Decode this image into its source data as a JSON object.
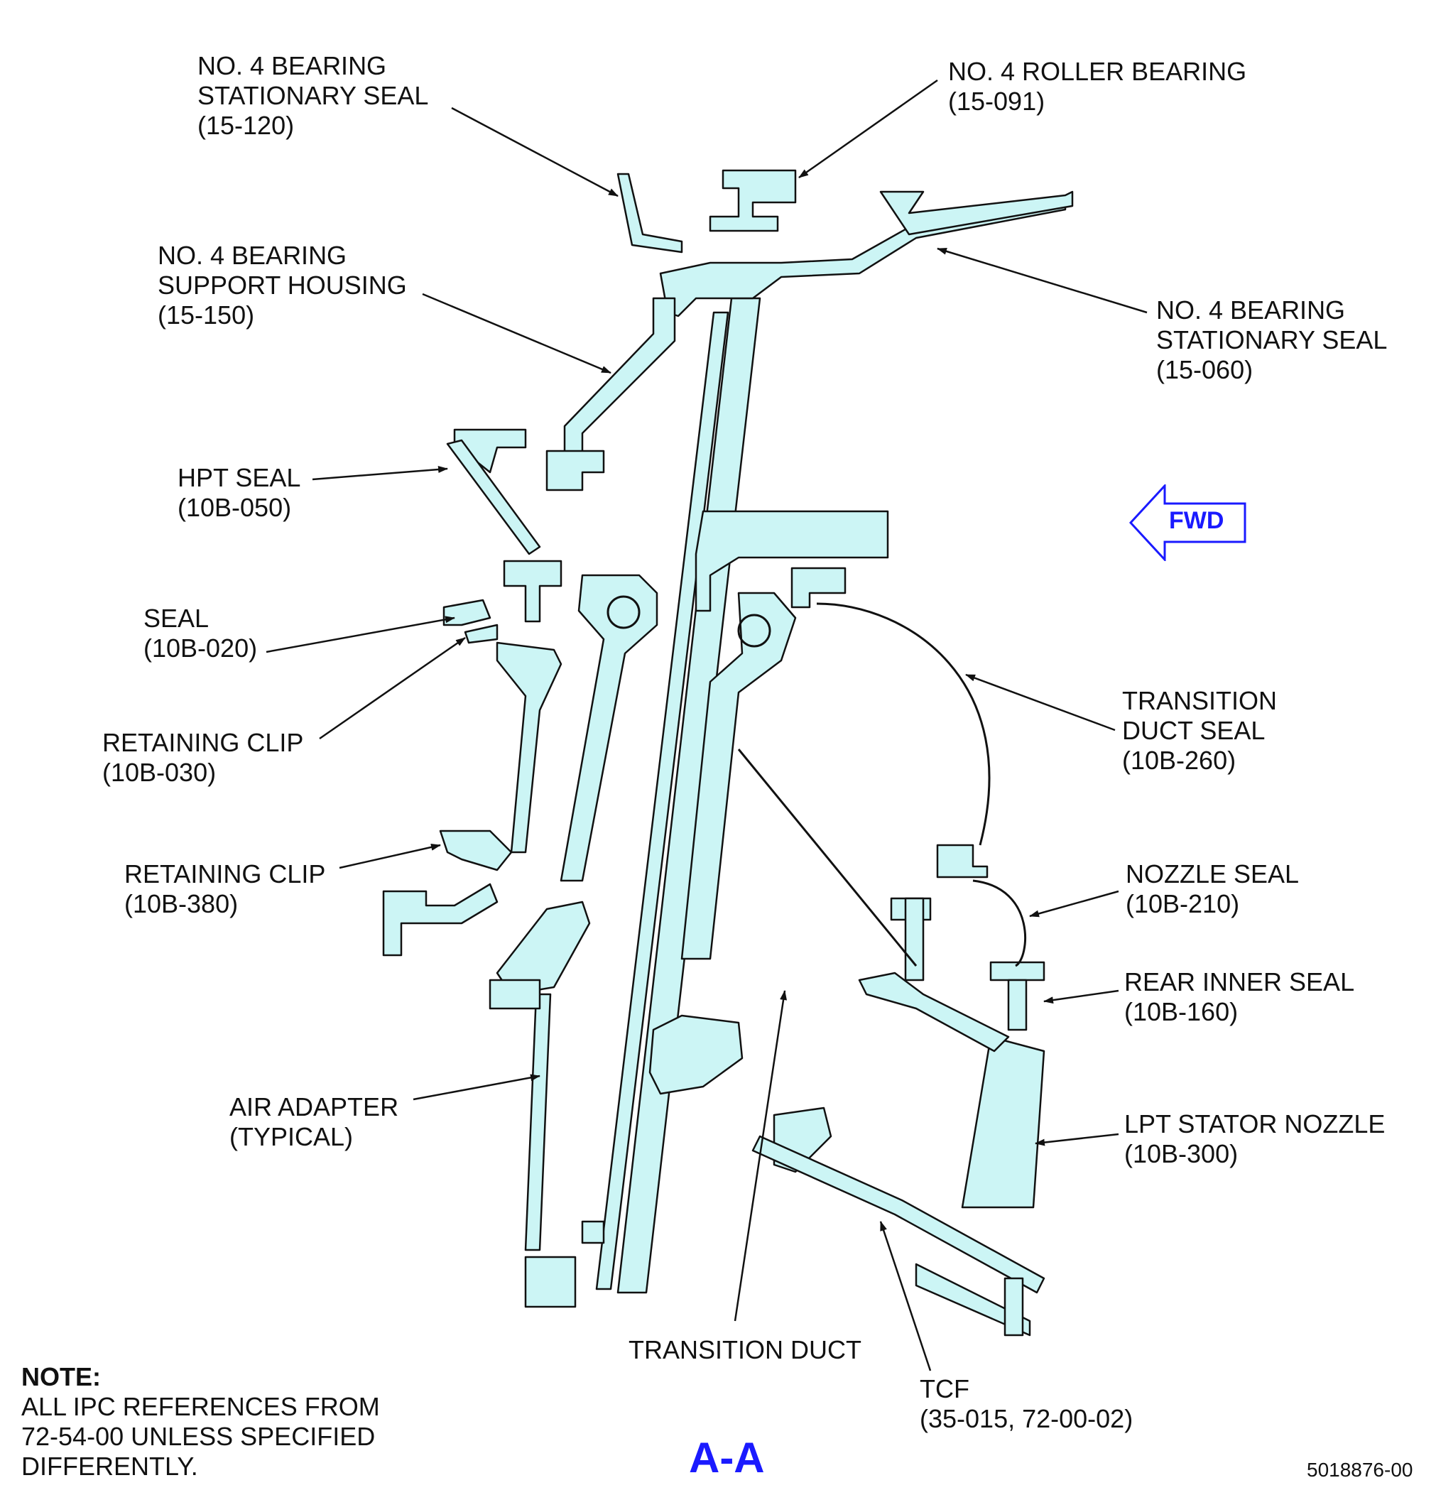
{
  "labels": {
    "no4_stationary_seal_120": [
      "NO. 4 BEARING",
      "STATIONARY SEAL",
      "(15-120)"
    ],
    "no4_roller_bearing": [
      "NO. 4 ROLLER BEARING",
      "(15-091)"
    ],
    "no4_support_housing": [
      "NO. 4 BEARING",
      "SUPPORT HOUSING",
      "(15-150)"
    ],
    "no4_stationary_seal_060": [
      "NO. 4 BEARING",
      "STATIONARY SEAL",
      "(15-060)"
    ],
    "hpt_seal": [
      "HPT SEAL",
      "(10B-050)"
    ],
    "seal": [
      "SEAL",
      "(10B-020)"
    ],
    "retaining_clip_030": [
      "RETAINING CLIP",
      "(10B-030)"
    ],
    "retaining_clip_380": [
      "RETAINING CLIP",
      "(10B-380)"
    ],
    "air_adapter": [
      "AIR ADAPTER",
      "(TYPICAL)"
    ],
    "transition_duct_seal": [
      "TRANSITION",
      "DUCT SEAL",
      "(10B-260)"
    ],
    "nozzle_seal": [
      "NOZZLE SEAL",
      "(10B-210)"
    ],
    "rear_inner_seal": [
      "REAR INNER SEAL",
      "(10B-160)"
    ],
    "lpt_stator_nozzle": [
      "LPT STATOR NOZZLE",
      "(10B-300)"
    ],
    "transition_duct": [
      "TRANSITION DUCT"
    ],
    "tcf": [
      "TCF",
      "(35-015, 72-00-02)"
    ]
  },
  "fwd_label": "FWD",
  "note": {
    "heading": "NOTE:",
    "lines": [
      "ALL IPC REFERENCES FROM",
      "72-54-00 UNLESS SPECIFIED",
      "DIFFERENTLY."
    ]
  },
  "section_label": "A-A",
  "doc_number": "5018876-00",
  "colors": {
    "part_fill": "#ccf5f5",
    "outline": "#111111",
    "accent": "#1a1aff"
  }
}
